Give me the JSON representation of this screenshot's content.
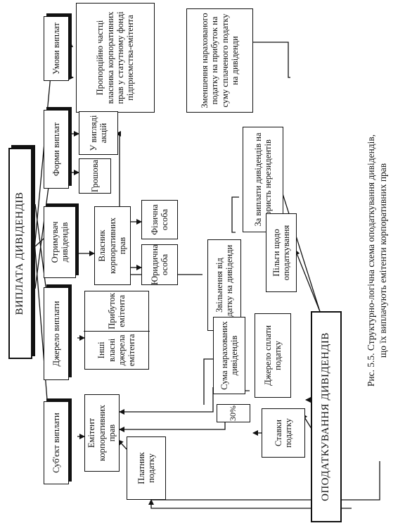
{
  "nodes": {
    "vyplata": "ВИПЛАТА ДИВІДЕНДІВ",
    "umovy": "Умови виплат",
    "formy": "Форми виплат",
    "otrymuvach": "Отримувач дивідендів",
    "dzherelo_vyplaty": "Джерело виплати",
    "subiekt": "Суб'єкт виплати",
    "proportsiyno": "Пропорційно частці власника корпоративних прав у статутному фонді підприємства-емітента",
    "akcii": "У вигляді акцій",
    "hroshova": "Грошова",
    "vlasnyk": "Власник корпоративних прав",
    "fizychna": "Фізична особа",
    "yurydychna": "Юридична особа",
    "prybutok": "Прибуток емітента",
    "inshi": "Інші власні джерела емітента",
    "emitent": "Емітент корпоративних прав",
    "platnyk": "Платник податку",
    "zmenshennia": "Зменшення нарахованого податку на прибуток на суму сплаченого податку на дивіденди",
    "za_vyplaty": "За виплати дивідендів на користь нерезидентів",
    "zvilnennia": "Звільнення від податку на дивіденди",
    "pilhy": "Пільги щодо оподаткування",
    "suma": "Сума нарахованих дивідендів",
    "dzherelo_splaty": "Джерело сплати податку",
    "stavky": "Ставки податку",
    "percent": "30%",
    "opodatkuvannia": "ОПОДАТКУВАННЯ ДИВІДЕНДІВ"
  },
  "caption": {
    "line1": "Рис. 5.5. Структурно-логічна схема оподаткування дивідендів,",
    "line2": "що їх виплачують емітенти корпоративних прав"
  }
}
